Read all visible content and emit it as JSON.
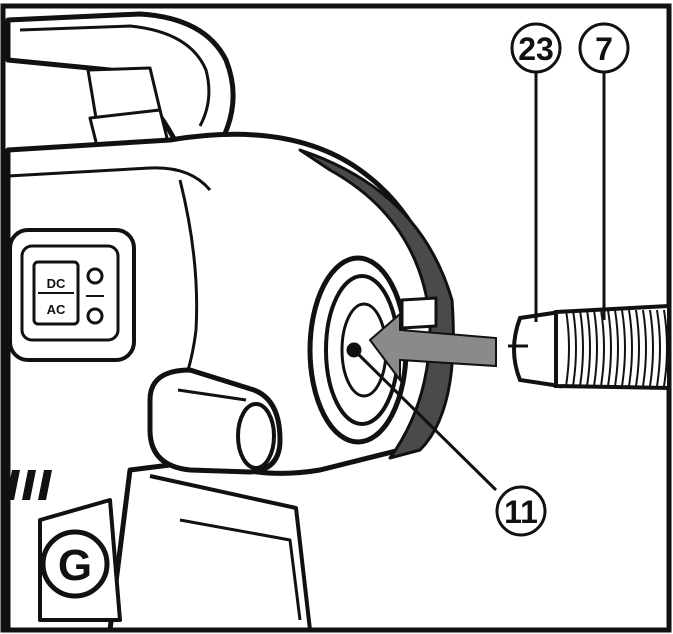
{
  "callouts": {
    "part_23": "23",
    "part_7": "7",
    "part_11": "11",
    "step_g": "G"
  },
  "switch_labels": {
    "dc": "DC",
    "ac": "AC"
  },
  "colors": {
    "line": "#111111",
    "body_fill": "#ffffff",
    "arrow_fill": "#8a8a8a",
    "shadow": "#4a4a4a"
  }
}
